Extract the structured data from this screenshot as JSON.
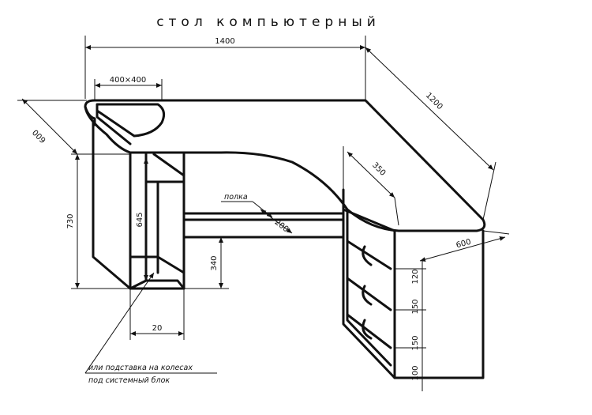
{
  "title": "стол компьютерный",
  "dimensions": {
    "total_width": "1400",
    "depth_side": "1200",
    "depth_left": "600",
    "depth_right": "600",
    "corner_shelf": "400×400",
    "drawer_unit_width": "350",
    "height_total": "730",
    "height_inner": "645",
    "shelf_height": "340",
    "shelf_depth": "200",
    "bottom_width": "20",
    "drawer_1": "120",
    "drawer_2": "150",
    "drawer_3": "150",
    "plinth": "100"
  },
  "labels": {
    "shelf": "полка",
    "note_line1": "или подставка на колесах",
    "note_line2": "под системный блок"
  }
}
